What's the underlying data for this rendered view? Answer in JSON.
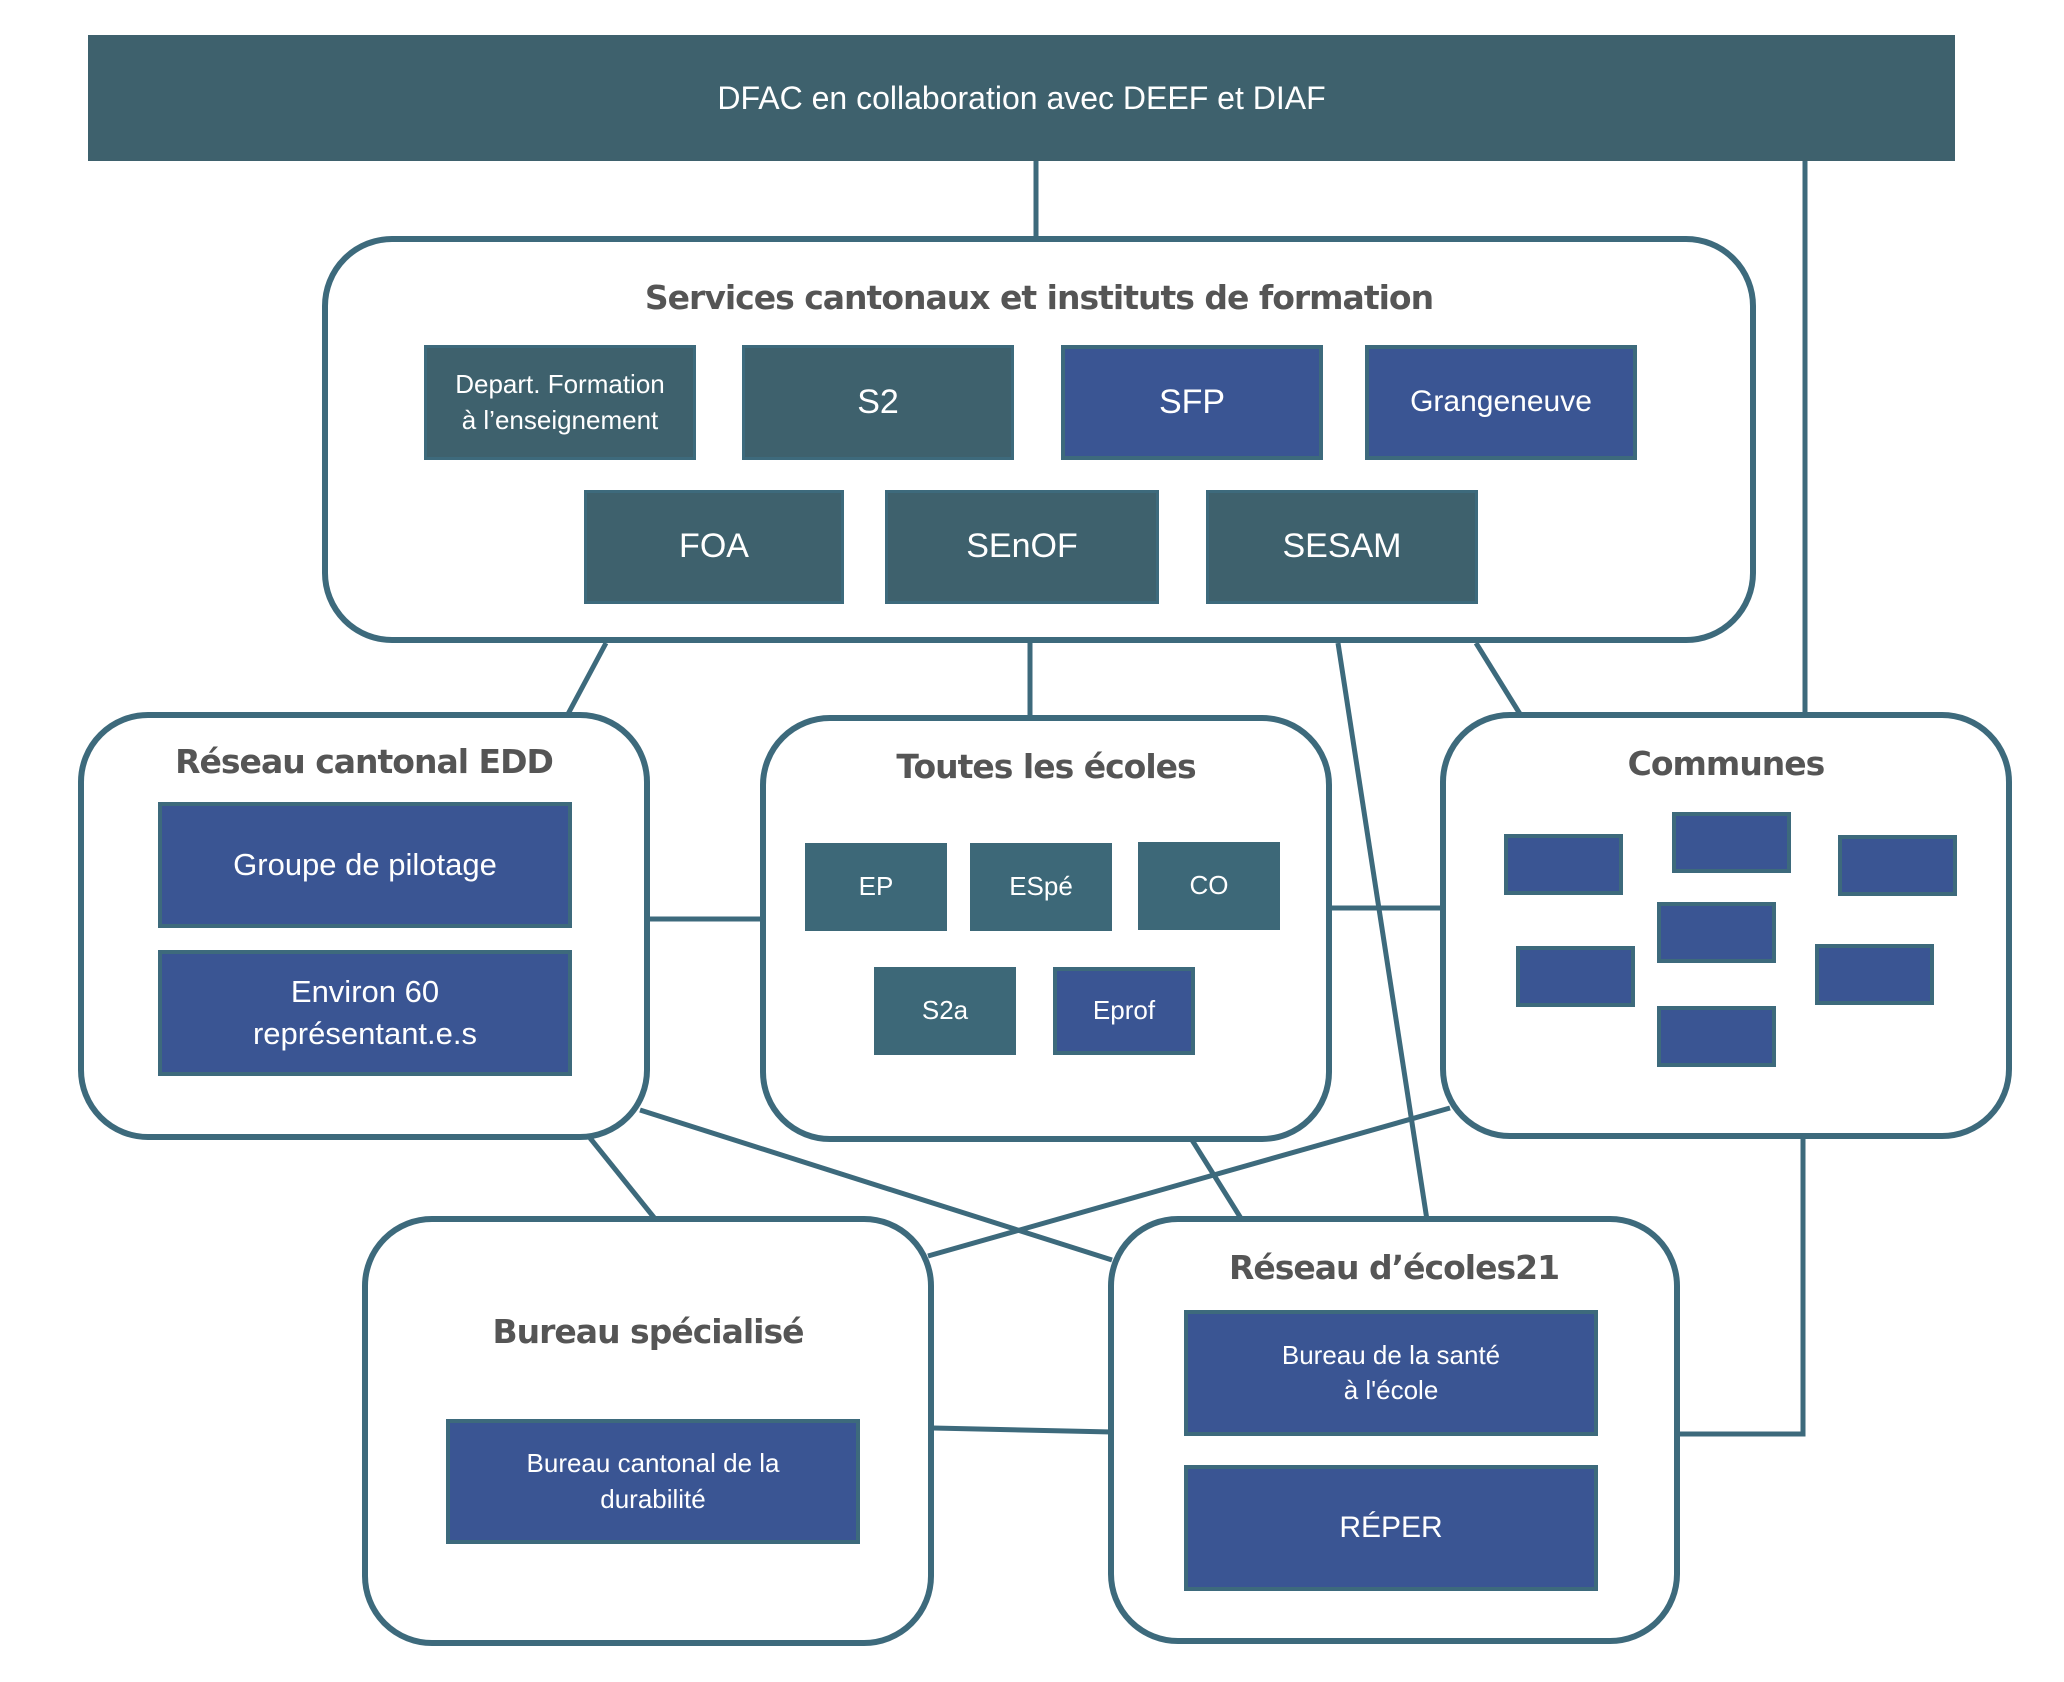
{
  "banner": {
    "label": "DFAC en collaboration avec DEEF et DIAF"
  },
  "colors": {
    "teal": "#3e616d",
    "blue": "#3a5593",
    "border": "#3d6a7c",
    "title_text": "#555555"
  },
  "groups": {
    "services": {
      "title": "Services cantonaux et instituts de formation",
      "units": [
        {
          "label": "Depart. Formation\nà l’enseignement",
          "color": "teal"
        },
        {
          "label": "S2",
          "color": "teal"
        },
        {
          "label": "SFP",
          "color": "blue"
        },
        {
          "label": "Grangeneuve",
          "color": "blue"
        },
        {
          "label": "FOA",
          "color": "teal"
        },
        {
          "label": "SEnOF",
          "color": "teal"
        },
        {
          "label": "SESAM",
          "color": "teal"
        }
      ]
    },
    "edd": {
      "title": "Réseau cantonal EDD",
      "units": [
        {
          "label": "Groupe de pilotage",
          "color": "blue"
        },
        {
          "label": "Environ 60\nreprésentant.e.s",
          "color": "blue"
        }
      ]
    },
    "ecoles": {
      "title": "Toutes les écoles",
      "units": [
        {
          "label": "EP",
          "color": "teal"
        },
        {
          "label": "ESpé",
          "color": "teal"
        },
        {
          "label": "CO",
          "color": "teal"
        },
        {
          "label": "S2a",
          "color": "teal"
        },
        {
          "label": "Eprof",
          "color": "blue"
        }
      ]
    },
    "communes": {
      "title": "Communes",
      "unlabeled_unit_count": 7
    },
    "bureau": {
      "title": "Bureau spécialisé",
      "units": [
        {
          "label": "Bureau cantonal de la\ndurabilité",
          "color": "blue"
        }
      ]
    },
    "ecoles21": {
      "title": "Réseau d’écoles21",
      "units": [
        {
          "label": "Bureau de la santé\nà l'école",
          "color": "blue"
        },
        {
          "label": "RÉPER",
          "color": "blue"
        }
      ]
    }
  }
}
